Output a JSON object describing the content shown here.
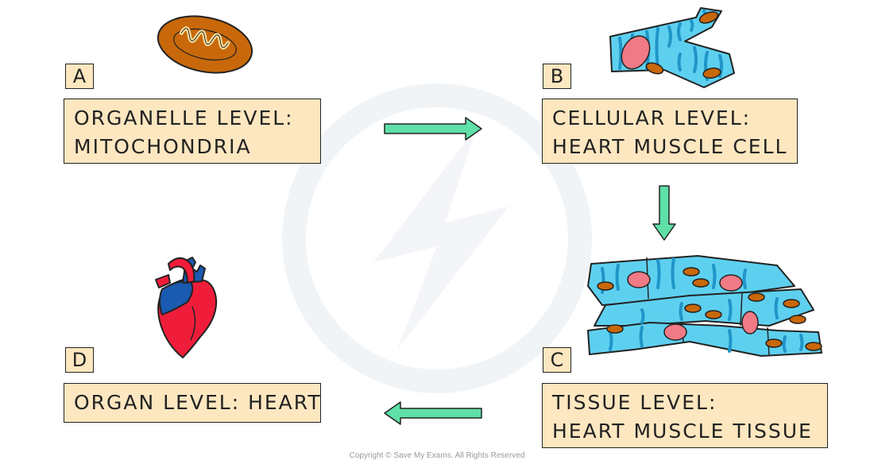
{
  "colors": {
    "box_fill": "#fde7c0",
    "arrow": "#5fe0a8",
    "muscle": "#5ed0ef",
    "stripe": "#1f95c8",
    "nucleus": "#f07a86",
    "mito": "#c8680a",
    "heart_red": "#f01d3a",
    "heart_blue": "#1a5ab0"
  },
  "stages": {
    "a": {
      "letter": "A",
      "line1": "ORGANELLE LEVEL:",
      "line2": "MITOCHONDRIA"
    },
    "b": {
      "letter": "B",
      "line1": "CELLULAR LEVEL:",
      "line2": "HEART MUSCLE CELL"
    },
    "c": {
      "letter": "C",
      "line1": "TISSUE LEVEL:",
      "line2": "HEART MUSCLE TISSUE"
    },
    "d": {
      "letter": "D",
      "line1": "ORGAN LEVEL: HEART"
    }
  },
  "icons": {
    "a": "mitochondrion-icon",
    "b": "heart-muscle-cell-icon",
    "c": "heart-muscle-tissue-icon",
    "d": "heart-icon"
  },
  "footer": {
    "copyright": "Copyright © Save My Exams. All Rights Reserved"
  }
}
